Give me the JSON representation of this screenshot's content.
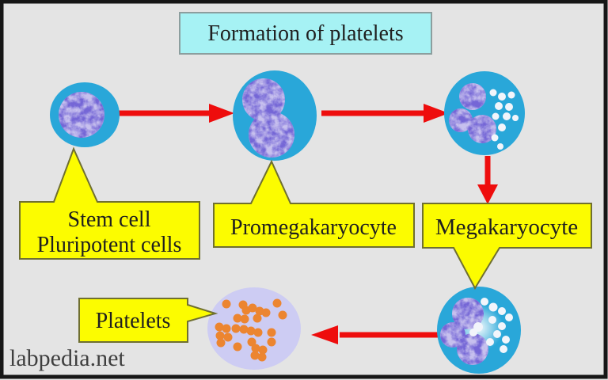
{
  "title": {
    "text": "Formation of platelets"
  },
  "labels": {
    "stem_cell": {
      "line1": "Stem cell",
      "line2": "Pluripotent cells"
    },
    "promegakaryocyte": "Promegakaryocyte",
    "megakaryocyte": "Megakaryocyte",
    "platelets": "Platelets"
  },
  "watermark": "labpedia.net",
  "colors": {
    "background": "#e4e4e4",
    "frame": "#161616",
    "title_fill": "#a6f2f4",
    "title_border": "#8c9e9e",
    "label_fill": "#fcfc00",
    "label_border": "#6f6f30",
    "text": "#1f1f1f",
    "arrow_red": "#ee0d0d",
    "cell_blue": "#29a7d9",
    "nucleus_base": "#c7c0ee",
    "nucleus_mottle": "#7466d6",
    "platelet_field": "#cdccf3",
    "platelet_orange": "#ec8530",
    "proto_platelet_white": "#f2f5fb",
    "watermark_color": "#3f3f3f"
  }
}
